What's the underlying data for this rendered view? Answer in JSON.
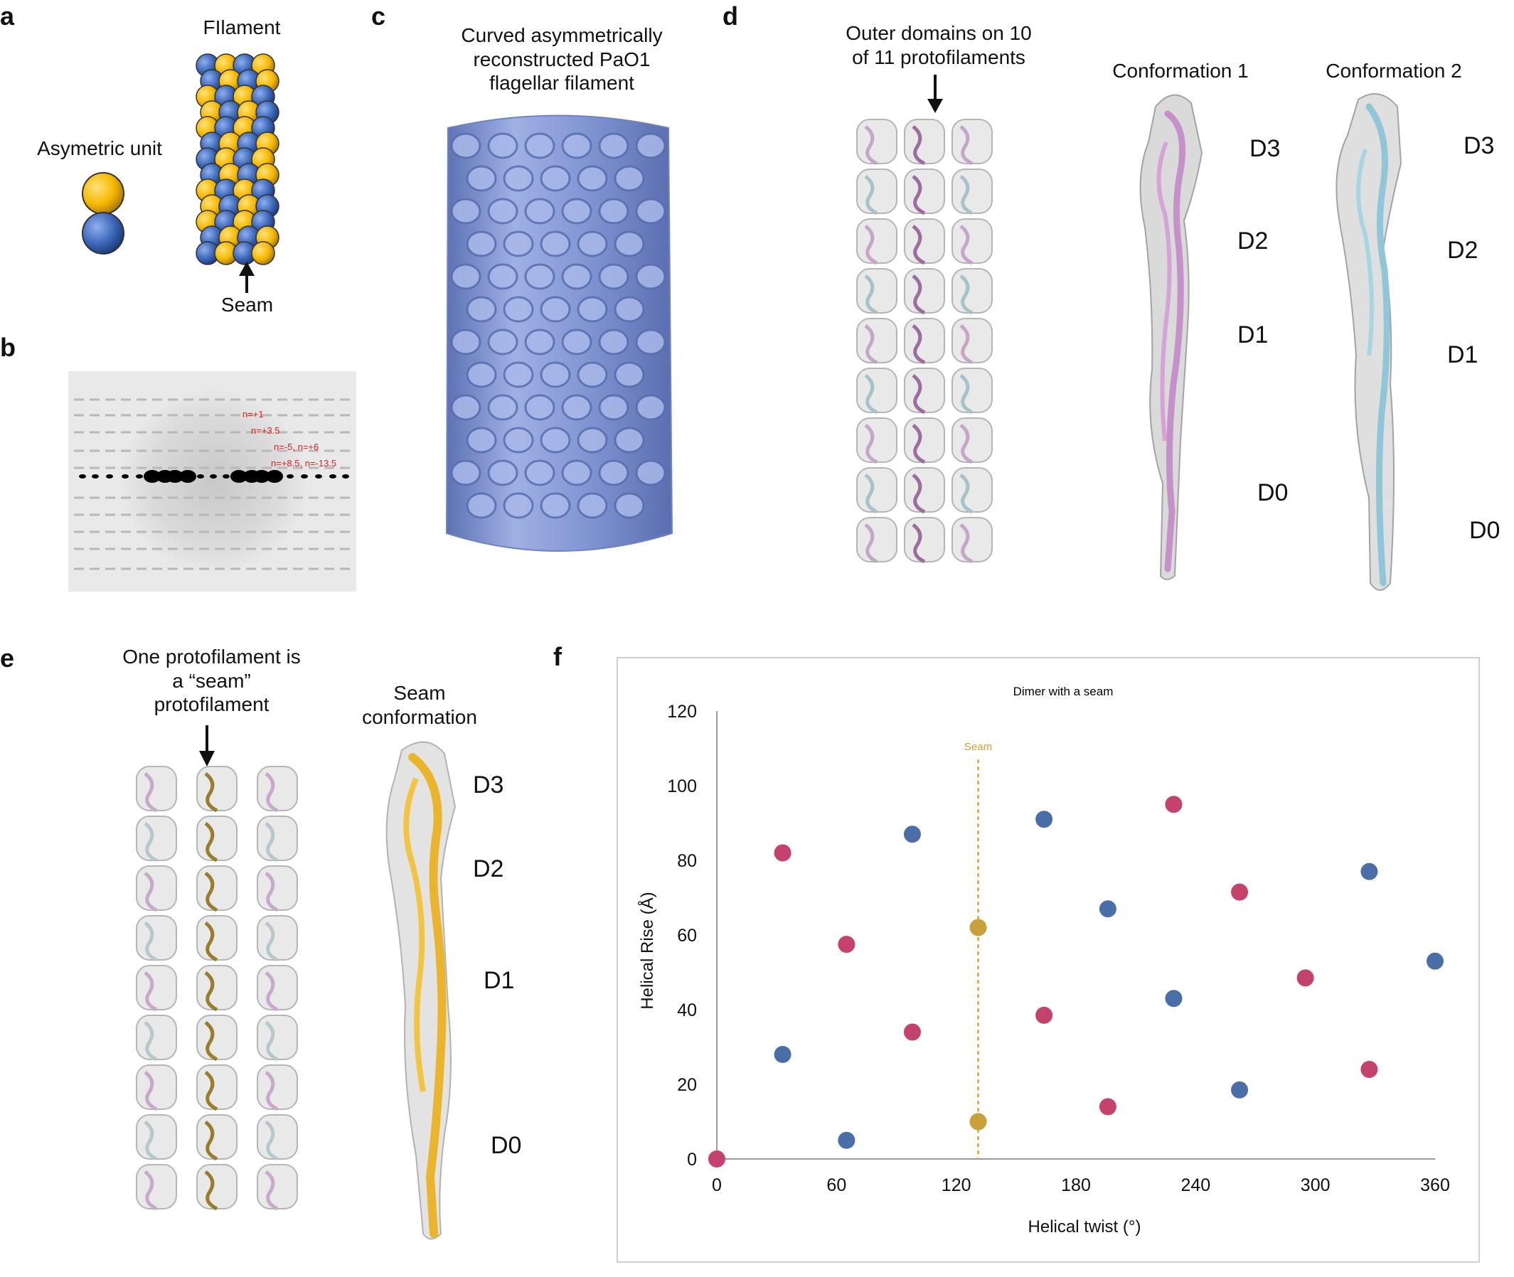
{
  "panels": {
    "a": {
      "letter": "a",
      "filament_label": "FIlament",
      "unit_label": "Asymetric unit",
      "seam_label": "Seam"
    },
    "b": {
      "letter": "b",
      "layer_lines": [
        "n=+1",
        "n=+3.5",
        "n=-5, n=+6",
        "n=+8.5, n=-13.5"
      ]
    },
    "c": {
      "letter": "c",
      "title": "Curved asymmetrically reconstructed PaO1 flagellar filament",
      "title_lines": [
        "Curved asymmetrically",
        "reconstructed PaO1",
        "flagellar filament"
      ]
    },
    "d": {
      "letter": "d",
      "note_lines": [
        "Outer domains on 10",
        "of 11 protofilaments"
      ],
      "conformation1": "Conformation 1",
      "conformation2": "Conformation 2",
      "domains1": [
        "D3",
        "D2",
        "D1",
        "D0"
      ],
      "domains2": [
        "D3",
        "D2",
        "D1",
        "D0"
      ]
    },
    "e": {
      "letter": "e",
      "note_lines": [
        "One protofilament is",
        "a “seam”",
        "protofilament"
      ],
      "seam_conf_lines": [
        "Seam",
        "conformation"
      ],
      "domains": [
        "D3",
        "D2",
        "D1",
        "D0"
      ]
    },
    "f": {
      "letter": "f"
    }
  },
  "colors": {
    "yellow": "#f5b800",
    "blue": "#3b66b8",
    "filament_blue": "#8b9fd6",
    "pink": "#c4426b",
    "plot_blue": "#4a6fa8",
    "gold": "#c9a13a",
    "seam_line": "#d8a030",
    "arrow": "#111111"
  },
  "chart_data": {
    "type": "scatter",
    "title": "Dimer with a seam",
    "xlabel": "Helical twist (°)",
    "ylabel": "Helical Rise (Å)",
    "xlim": [
      0,
      360
    ],
    "ylim": [
      0,
      120
    ],
    "xticks": [
      0,
      60,
      120,
      180,
      240,
      300,
      360
    ],
    "yticks": [
      0,
      20,
      40,
      60,
      80,
      100,
      120
    ],
    "seam_line": {
      "x": 131,
      "label": "Seam"
    },
    "series": [
      {
        "color": "#c4426b",
        "points": [
          [
            0,
            0
          ],
          [
            33,
            82
          ],
          [
            65,
            57.5
          ],
          [
            98,
            34
          ],
          [
            164,
            38.5
          ],
          [
            196,
            14
          ],
          [
            229,
            95
          ],
          [
            262,
            71.5
          ],
          [
            295,
            48.5
          ],
          [
            327,
            24
          ]
        ]
      },
      {
        "color": "#4a6fa8",
        "points": [
          [
            33,
            28
          ],
          [
            65,
            5
          ],
          [
            98,
            87
          ],
          [
            164,
            91
          ],
          [
            196,
            67
          ],
          [
            229,
            43
          ],
          [
            262,
            18.5
          ],
          [
            327,
            77
          ],
          [
            360,
            53
          ]
        ]
      },
      {
        "color": "#c9a13a",
        "points": [
          [
            131,
            10
          ],
          [
            131,
            62
          ]
        ]
      }
    ]
  }
}
